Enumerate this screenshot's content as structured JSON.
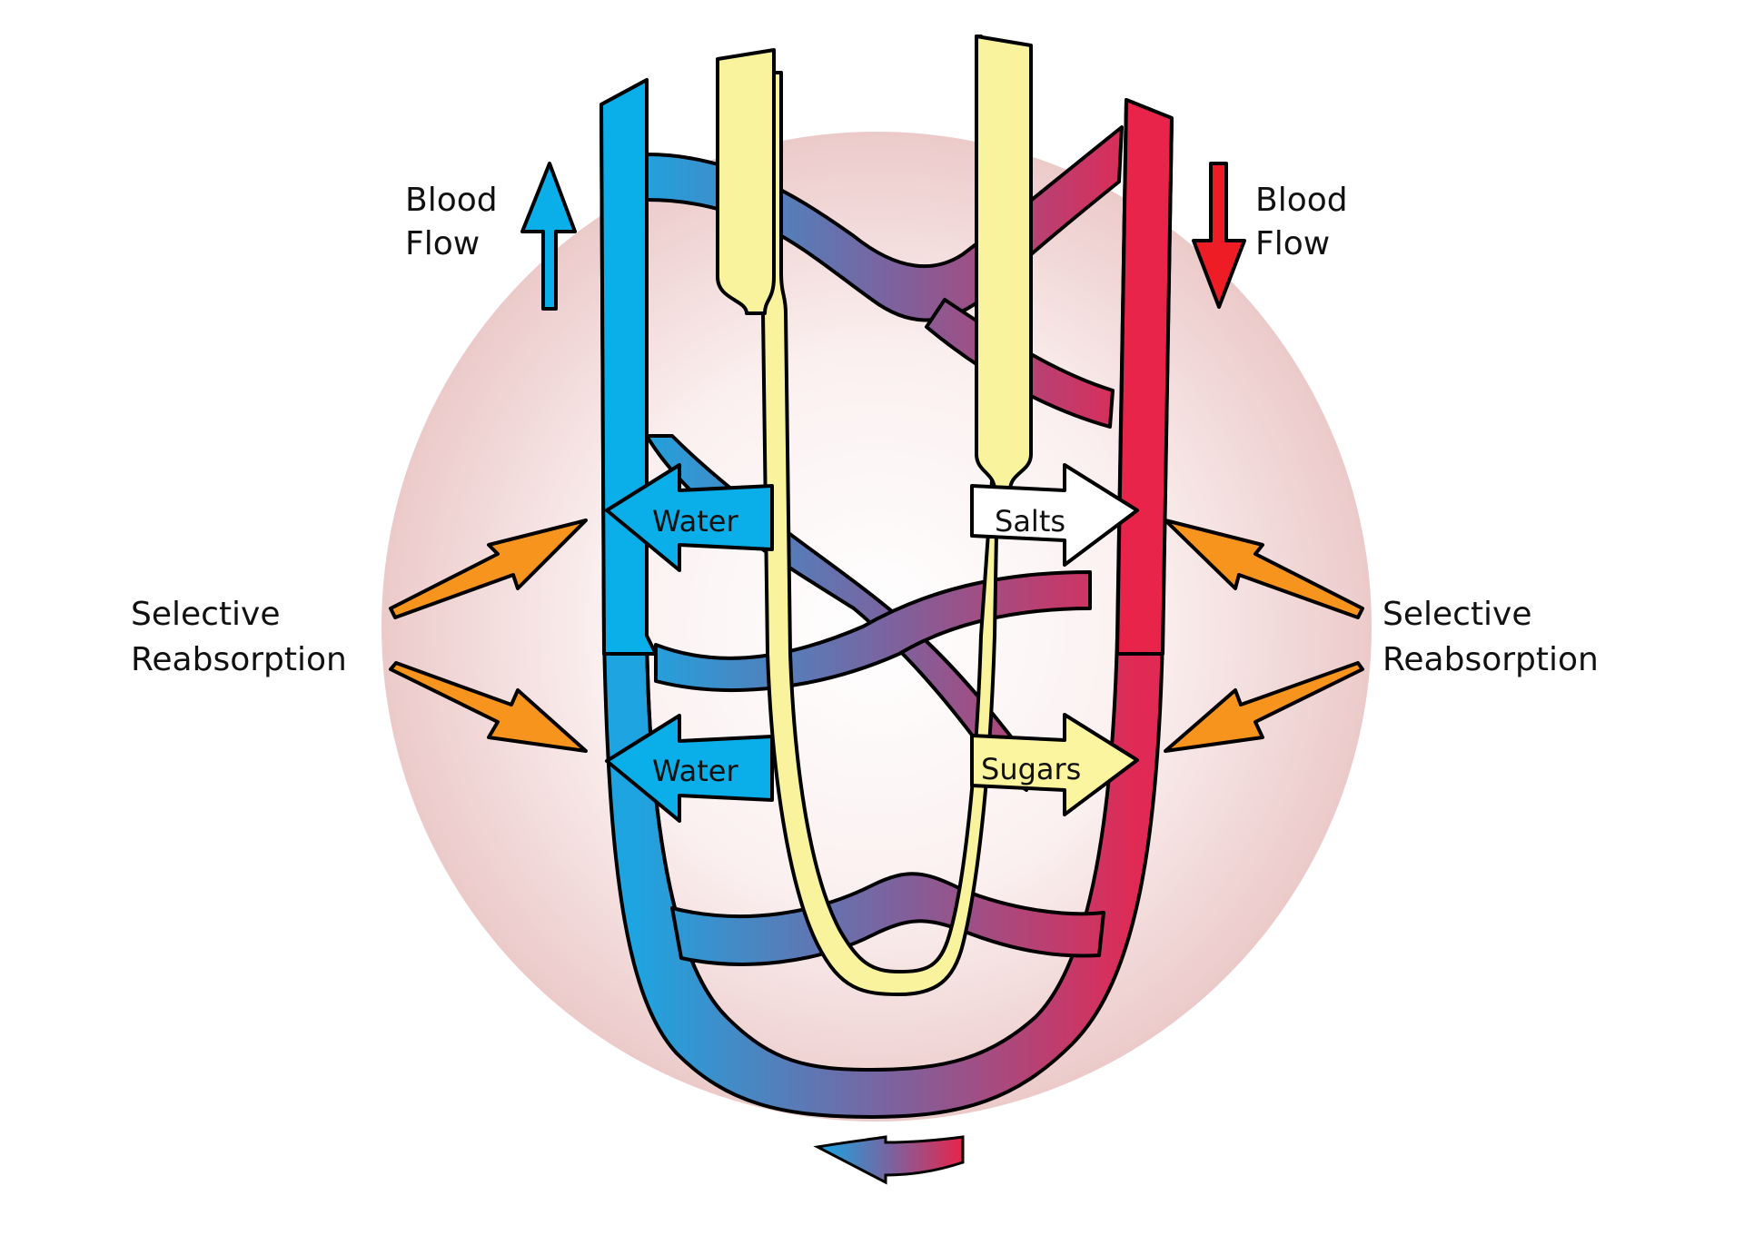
{
  "title": "Selective Reabsorption in the Nephron",
  "labels": {
    "blood_flow_left_line1": "Blood",
    "blood_flow_left_line2": "Flow",
    "blood_flow_right_line1": "Blood",
    "blood_flow_right_line2": "Flow",
    "selective_left_line1": "Selective",
    "selective_left_line2": "Reabsorption",
    "selective_right_line1": "Selective",
    "selective_right_line2": "Reabsorption"
  },
  "substance_arrows": [
    {
      "label": "Water",
      "direction": "left",
      "color": "#0aaee8"
    },
    {
      "label": "Water",
      "direction": "left",
      "color": "#0aaee8"
    },
    {
      "label": "Salts",
      "direction": "right",
      "color": "#ffffff"
    },
    {
      "label": "Sugars",
      "direction": "right",
      "color": "#fbf5a0"
    }
  ],
  "colors": {
    "vein_blue": "#0aaee8",
    "artery_red": "#e8244a",
    "tubule_yellow": "#f8f39c",
    "tubule_yellow_shade": "#e2dc8a",
    "background_circle": "#efcfcf",
    "pointer_orange": "#f7941d",
    "blood_flow_up_arrow": "#0aaee8",
    "blood_flow_down_arrow": "#ee1c25"
  }
}
